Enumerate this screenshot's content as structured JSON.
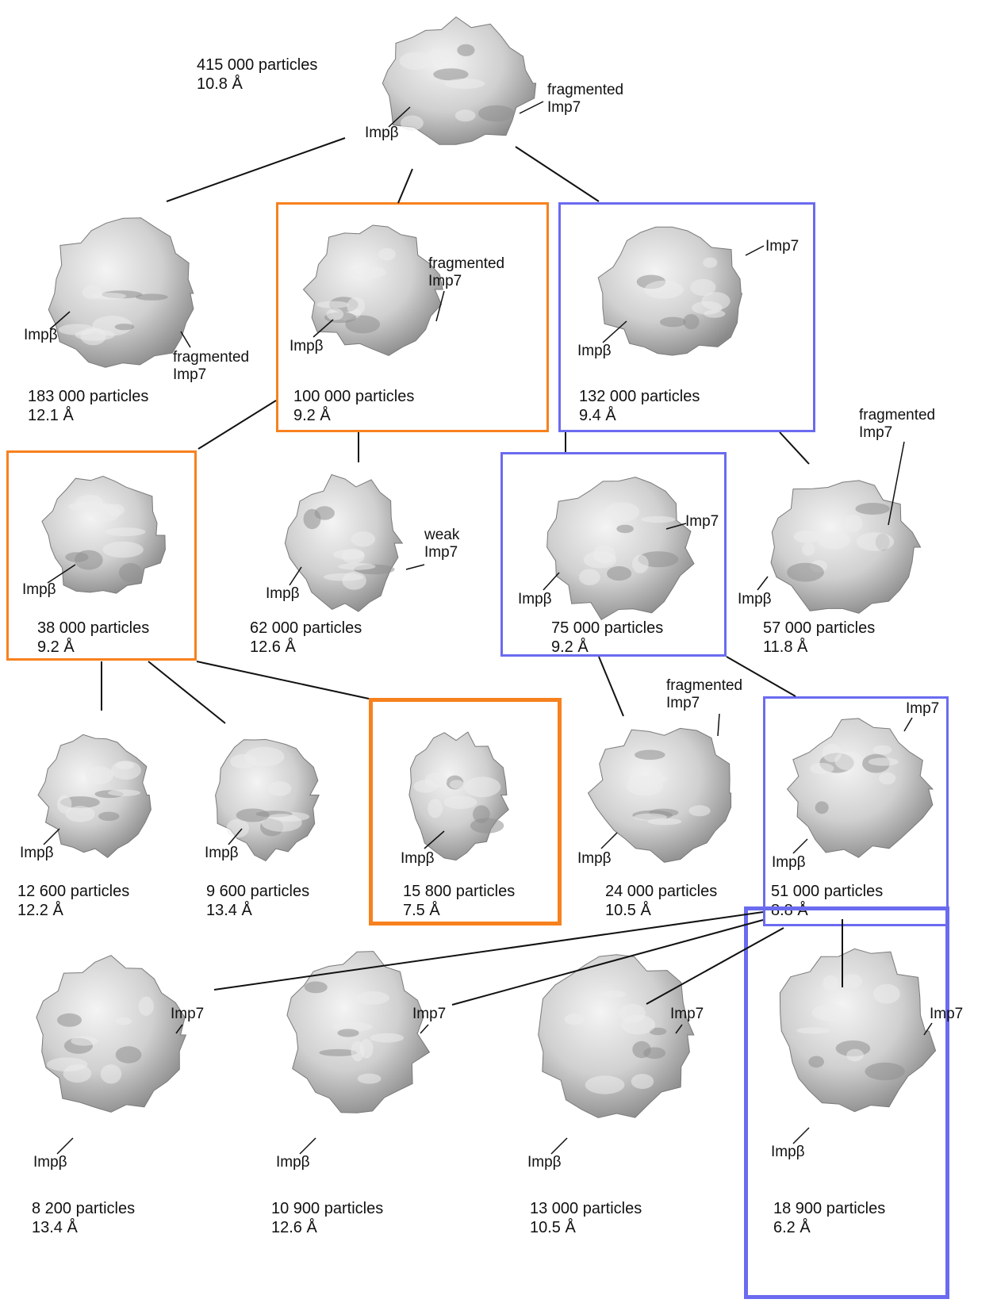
{
  "colors": {
    "orange": "#f7811e",
    "blue": "#6b6bf0",
    "line": "#111111",
    "map_fill": "#d0d0d0",
    "map_light": "#f4f4f4",
    "map_dark": "#8a8a8a"
  },
  "nodes": [
    {
      "id": "n0",
      "particles": "415 000 particles",
      "resolution": "10.8 Å",
      "box": "none",
      "annotations": [
        "Impβ",
        "fragmented\nImp7"
      ]
    },
    {
      "id": "n1",
      "particles": "183 000 particles",
      "resolution": "12.1 Å",
      "box": "none",
      "annotations": [
        "Impβ",
        "fragmented\nImp7"
      ]
    },
    {
      "id": "n2",
      "particles": "100 000 particles",
      "resolution": "9.2 Å",
      "box": "orange",
      "annotations": [
        "Impβ",
        "fragmented\nImp7"
      ]
    },
    {
      "id": "n3",
      "particles": "132 000 particles",
      "resolution": "9.4 Å",
      "box": "blue",
      "annotations": [
        "Impβ",
        "Imp7"
      ]
    },
    {
      "id": "n4",
      "particles": "38 000 particles",
      "resolution": "9.2 Å",
      "box": "orange",
      "annotations": [
        "Impβ"
      ]
    },
    {
      "id": "n5",
      "particles": "62 000 particles",
      "resolution": "12.6 Å",
      "box": "none",
      "annotations": [
        "Impβ",
        "weak\nImp7"
      ]
    },
    {
      "id": "n6",
      "particles": "75 000 particles",
      "resolution": "9.2 Å",
      "box": "blue",
      "annotations": [
        "Impβ",
        "Imp7"
      ]
    },
    {
      "id": "n7",
      "particles": "57 000 particles",
      "resolution": "11.8 Å",
      "box": "none",
      "annotations": [
        "Impβ",
        "fragmented\nImp7"
      ]
    },
    {
      "id": "n8",
      "particles": "12 600 particles",
      "resolution": "12.2 Å",
      "box": "none",
      "annotations": [
        "Impβ"
      ]
    },
    {
      "id": "n9",
      "particles": "9 600 particles",
      "resolution": "13.4 Å",
      "box": "none",
      "annotations": [
        "Impβ"
      ]
    },
    {
      "id": "n10",
      "particles": "15 800 particles",
      "resolution": "7.5 Å",
      "box": "orange-bold",
      "annotations": [
        "Impβ"
      ]
    },
    {
      "id": "n11",
      "particles": "24 000 particles",
      "resolution": "10.5 Å",
      "box": "none",
      "annotations": [
        "Impβ",
        "fragmented\nImp7"
      ]
    },
    {
      "id": "n12",
      "particles": "51 000 particles",
      "resolution": "8.8 Å",
      "box": "blue",
      "annotations": [
        "Impβ",
        "Imp7"
      ]
    },
    {
      "id": "n13",
      "particles": "8 200 particles",
      "resolution": "13.4 Å",
      "box": "none",
      "annotations": [
        "Impβ",
        "Imp7"
      ]
    },
    {
      "id": "n14",
      "particles": "10 900 particles",
      "resolution": "12.6 Å",
      "box": "none",
      "annotations": [
        "Impβ",
        "Imp7"
      ]
    },
    {
      "id": "n15",
      "particles": "13 000 particles",
      "resolution": "10.5 Å",
      "box": "none",
      "annotations": [
        "Impβ",
        "Imp7"
      ]
    },
    {
      "id": "n16",
      "particles": "18 900 particles",
      "resolution": "6.2 Å",
      "box": "blue-bold",
      "annotations": [
        "Impβ",
        "Imp7"
      ]
    }
  ],
  "edges": [
    [
      "n0",
      "n1"
    ],
    [
      "n0",
      "n2"
    ],
    [
      "n0",
      "n3"
    ],
    [
      "n2",
      "n4"
    ],
    [
      "n2",
      "n5"
    ],
    [
      "n3",
      "n6"
    ],
    [
      "n3",
      "n7"
    ],
    [
      "n4",
      "n8"
    ],
    [
      "n4",
      "n9"
    ],
    [
      "n4",
      "n10"
    ],
    [
      "n6",
      "n11"
    ],
    [
      "n6",
      "n12"
    ],
    [
      "n12",
      "n13"
    ],
    [
      "n12",
      "n14"
    ],
    [
      "n12",
      "n15"
    ],
    [
      "n12",
      "n16"
    ]
  ]
}
